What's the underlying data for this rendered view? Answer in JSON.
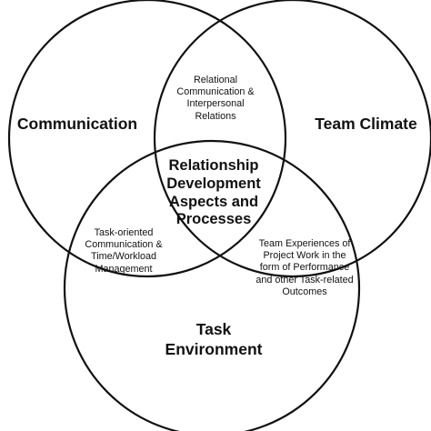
{
  "diagram": {
    "sets": [
      {
        "key": "communication",
        "label": [
          "Communication"
        ]
      },
      {
        "key": "team_climate",
        "label": [
          "Team Climate"
        ]
      },
      {
        "key": "task_environment",
        "label": [
          "Task",
          "Environment"
        ]
      }
    ],
    "intersections": {
      "communication_team_climate": [
        "Relational",
        "Communication &",
        "Interpersonal",
        "Relations"
      ],
      "communication_task": [
        "Task-oriented",
        "Communication &",
        "Time/Workload",
        "Management"
      ],
      "team_climate_task": [
        "Team Experiences of",
        "Project Work in the",
        "form of Performance",
        "and other Task-related",
        "Outcomes"
      ],
      "all": [
        "Relationship",
        "Development",
        "Aspects and",
        "Processes"
      ]
    },
    "colors": {
      "stroke": "#111111",
      "background": "#ffffff",
      "text": "#111111"
    }
  }
}
